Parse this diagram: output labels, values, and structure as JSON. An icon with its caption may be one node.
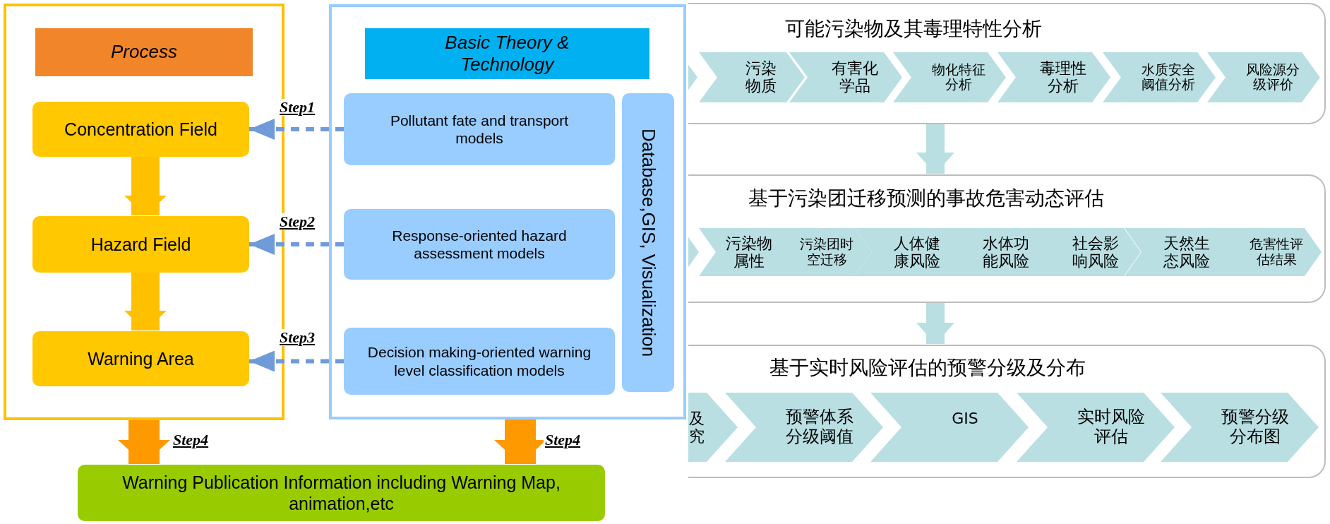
{
  "diagram": {
    "nodes": [
      {
        "text": [],
        "shape": "box"
      },
      {
        "text": [
          "Process"
        ],
        "in": 0
      },
      {
        "text": [
          "Concentration Field"
        ],
        "in": 0
      },
      {
        "text": [
          "Hazard Field"
        ],
        "in": 0
      },
      {
        "text": [
          "Warning Area"
        ],
        "in": 0
      },
      {
        "text": [],
        "shape": "box"
      },
      {
        "text": [
          "Basic Theory & Technology"
        ],
        "in": 5
      },
      {
        "text": [
          "Pollutant fate and transport models"
        ],
        "in": 5
      },
      {
        "text": [
          "Response-oriented hazard assessment models"
        ],
        "in": 5
      },
      {
        "text": [
          "Decision making-oriented warning level classification models"
        ],
        "in": 5
      },
      {
        "text": [
          "Database,GIS, Visualization"
        ],
        "in": 5
      },
      {
        "text": [
          "Warning Publication Information including Warning Map, animation,etc"
        ]
      },
      {
        "text": [
          "可能污染物及其毒理特性分析"
        ]
      },
      {
        "text": [],
        "shape": "chevron",
        "in": 12
      },
      {
        "text": [
          "污染物质"
        ],
        "in": 12
      },
      {
        "text": [
          "有害化学品"
        ],
        "in": 12
      },
      {
        "text": [
          "物化特征分析"
        ],
        "in": 12
      },
      {
        "text": [
          "毒理性分析"
        ],
        "in": 12
      },
      {
        "text": [
          "水质安全阈值分析"
        ],
        "in": 12
      },
      {
        "text": [
          "风险源分级评价"
        ],
        "in": 12
      },
      {
        "text": [
          "基于污染团迁移预测的事故危害动态评估"
        ]
      },
      {
        "text": [],
        "shape": "chevron",
        "in": 20
      },
      {
        "text": [
          "污染物属性"
        ],
        "in": 20
      },
      {
        "text": [
          "污染团时空迁移"
        ],
        "in": 20
      },
      {
        "text": [
          "人体健康风险"
        ],
        "in": 20
      },
      {
        "text": [
          "水体功能风险"
        ],
        "in": 20
      },
      {
        "text": [
          "社会影响风险"
        ],
        "in": 20
      },
      {
        "text": [
          "天然生态风险"
        ],
        "in": 20
      },
      {
        "text": [
          "危害性评估结果"
        ],
        "in": 20
      },
      {
        "text": [
          "基于实时风险评估的预警分级及分布"
        ]
      },
      {
        "text": [
          "及究"
        ],
        "in": 29
      },
      {
        "text": [
          "预警体系分级阈值"
        ],
        "in": 29
      },
      {
        "text": [
          "GIS"
        ],
        "in": 29
      },
      {
        "text": [
          "实时风险评估"
        ],
        "in": 29
      },
      {
        "text": [
          "预警分级分布图"
        ],
        "in": 29
      }
    ],
    "edges": [
      {
        "from": 2,
        "to": 3,
        "arrow": "to",
        "color": "#ffc000"
      },
      {
        "from": 3,
        "to": 4,
        "arrow": "to",
        "color": "#ffc000"
      },
      {
        "from": 7,
        "to": 2,
        "arrow": "to",
        "style": "dashed",
        "label": "Step1",
        "color": "#6f9bd8"
      },
      {
        "from": 8,
        "to": 3,
        "arrow": "to",
        "style": "dashed",
        "label": "Step2",
        "color": "#6f9bd8"
      },
      {
        "from": 9,
        "to": 4,
        "arrow": "to",
        "style": "dashed",
        "label": "Step3",
        "color": "#6f9bd8"
      },
      {
        "from": 0,
        "to": 11,
        "arrow": "to",
        "label": "Step4",
        "color": "#ff9900"
      },
      {
        "from": 5,
        "to": 11,
        "arrow": "to",
        "label": "Step4",
        "color": "#ff9900"
      },
      {
        "from": 12,
        "to": 20,
        "arrow": "to",
        "color": "#b9dfe3"
      },
      {
        "from": 20,
        "to": 29,
        "arrow": "to",
        "color": "#b9dfe3"
      }
    ]
  }
}
